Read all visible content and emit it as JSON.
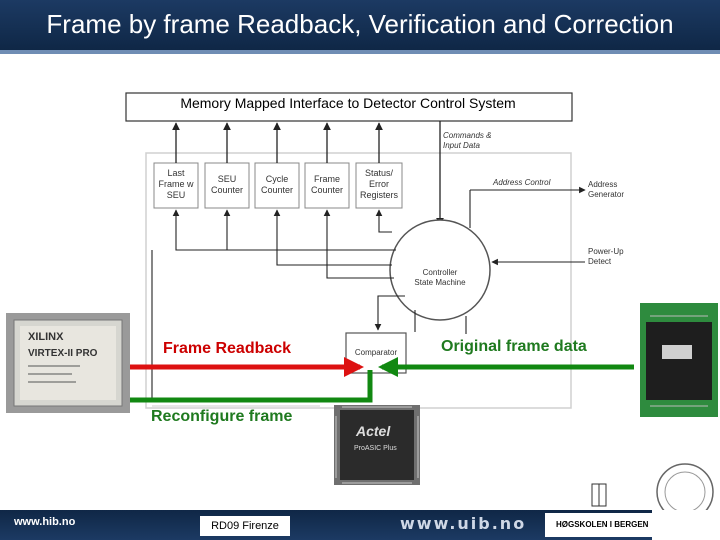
{
  "title": "Frame by frame Readback, Verification and Correction",
  "diagram": {
    "interface_label": "Memory Mapped Interface to Detector Control System",
    "registers": [
      {
        "label": "Last\nFrame w\nSEU"
      },
      {
        "label": "SEU\nCounter"
      },
      {
        "label": "Cycle\nCounter"
      },
      {
        "label": "Frame\nCounter"
      },
      {
        "label": "Status/\nError\nRegisters"
      }
    ],
    "commands_label": "Commands &\nInput Data",
    "address_control_label": "Address Control",
    "address_generator_label": "Address\nGenerator",
    "powerup_label": "Power-Up\nDetect",
    "controller_label": "Controller\nState Machine",
    "comparator_label": "Comparator",
    "frame_readback_label": "Frame Readback",
    "original_frame_label": "Original frame data",
    "reconfigure_label": "Reconfigure frame"
  },
  "chips": {
    "xilinx_brand": "XILINX",
    "xilinx_model": "VIRTEX-II PRO",
    "actel_brand": "Actel",
    "actel_model": "ProASIC Plus"
  },
  "footer": {
    "hib_url": "www.hib.no",
    "conference": "RD09 Firenze",
    "uib_url": "www.uib.no",
    "hib_name": "HØGSKOLEN I BERGEN"
  }
}
